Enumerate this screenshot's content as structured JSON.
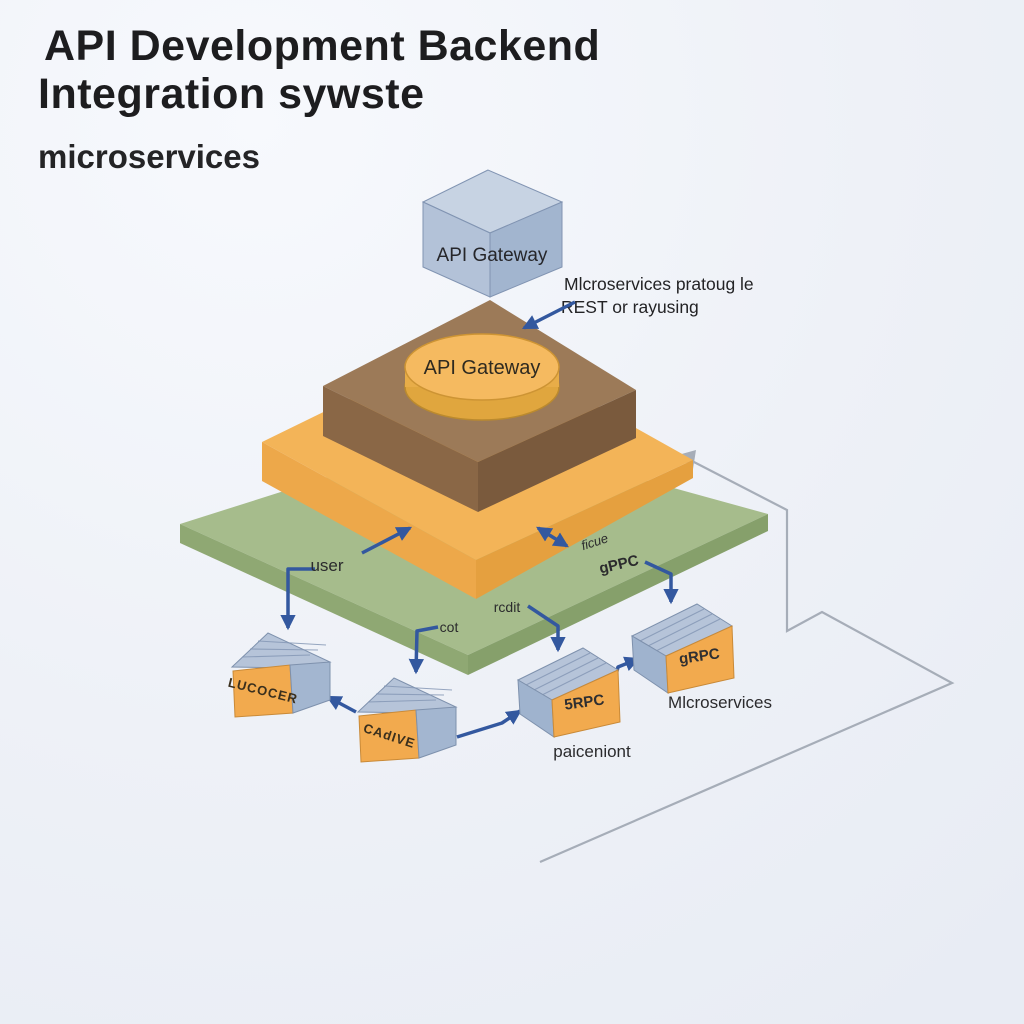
{
  "title": {
    "line1": "API Development Backend",
    "line2": "Integration sywste",
    "subtitle": "microservices"
  },
  "diagram": {
    "cube_label": "API Gateway",
    "platform_label": "API Gateway",
    "annotation": {
      "line1": "Mlcroservices pratoug le",
      "line2": "REST or rayusing"
    },
    "edge_labels": {
      "user": "user",
      "route": "ficue",
      "grpc_edge": "gPPC",
      "redit": "rcdit",
      "ot": "cot"
    },
    "boxes": {
      "logger": "LUCOCER",
      "cache": "CAdIVE",
      "rpc": "5RPC",
      "grpc": "gRPC"
    },
    "captions": {
      "payment": "paiceniont",
      "microservices": "Mlcroservices"
    }
  },
  "colors": {
    "background": "#eef1f7",
    "arrow_blue": "#33589f",
    "cube_blue": "#b6c4d9",
    "brown_layer": "#9c7a58",
    "orange_layer": "#f3b458",
    "green_layer": "#a6bc8c",
    "box_orange": "#f2aa4e",
    "cylinder_orange": "#f5ba60",
    "gray_line": "#a6adb8"
  }
}
